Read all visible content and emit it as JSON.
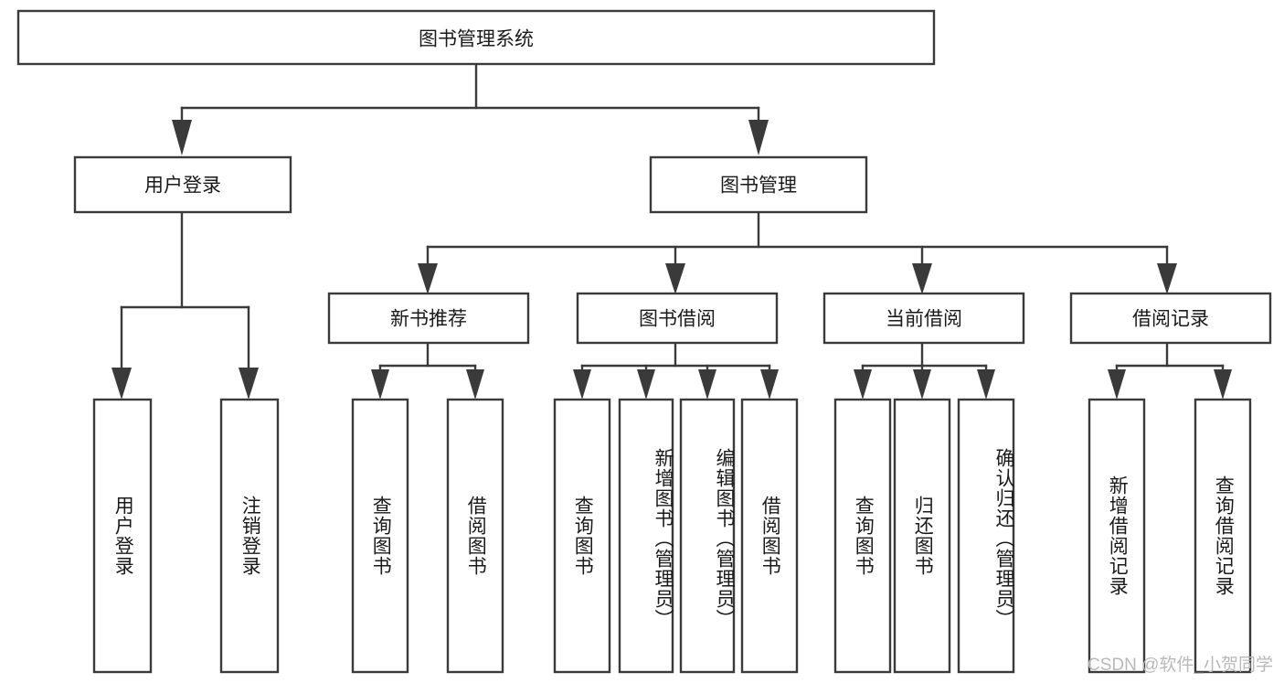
{
  "diagram": {
    "type": "tree",
    "title": "图书管理系统",
    "root": {
      "id": "root",
      "label": "图书管理系统"
    },
    "level2": [
      {
        "id": "user-login",
        "label": "用户登录"
      },
      {
        "id": "book-manage",
        "label": "图书管理"
      }
    ],
    "level3": [
      {
        "id": "new-book-rec",
        "label": "新书推荐",
        "parent": "book-manage"
      },
      {
        "id": "book-borrow",
        "label": "图书借阅",
        "parent": "book-manage"
      },
      {
        "id": "current-borrow",
        "label": "当前借阅",
        "parent": "book-manage"
      },
      {
        "id": "borrow-record",
        "label": "借阅记录",
        "parent": "book-manage"
      }
    ],
    "leaves": [
      {
        "id": "leaf-user-login",
        "label": "用户登录",
        "parent": "user-login"
      },
      {
        "id": "leaf-logout",
        "label": "注销登录",
        "parent": "user-login"
      },
      {
        "id": "leaf-rec-query-book",
        "label": "查询图书",
        "parent": "new-book-rec"
      },
      {
        "id": "leaf-rec-borrow-book",
        "label": "借阅图书",
        "parent": "new-book-rec"
      },
      {
        "id": "leaf-borrow-query-book",
        "label": "查询图书",
        "parent": "book-borrow"
      },
      {
        "id": "leaf-add-book",
        "label": "新增图书（管理员）",
        "parent": "book-borrow"
      },
      {
        "id": "leaf-edit-book",
        "label": "编辑图书（管理员）",
        "parent": "book-borrow"
      },
      {
        "id": "leaf-borrow-book",
        "label": "借阅图书",
        "parent": "book-borrow"
      },
      {
        "id": "leaf-cur-query-book",
        "label": "查询图书",
        "parent": "current-borrow"
      },
      {
        "id": "leaf-return-book",
        "label": "归还图书",
        "parent": "current-borrow"
      },
      {
        "id": "leaf-confirm-return",
        "label": "确认归还（管理员）",
        "parent": "current-borrow"
      },
      {
        "id": "leaf-add-record",
        "label": "新增借阅记录",
        "parent": "borrow-record"
      },
      {
        "id": "leaf-query-record",
        "label": "查询借阅记录",
        "parent": "borrow-record"
      }
    ],
    "colors": {
      "box_fill": "#ffffff",
      "box_stroke": "#3a3a3a",
      "connector": "#3a3a3a",
      "text": "#1a1a1a",
      "watermark": "#b9b9b9",
      "background": "#ffffff"
    }
  },
  "watermark": {
    "text": "CSDN @软件_小贺同学"
  }
}
